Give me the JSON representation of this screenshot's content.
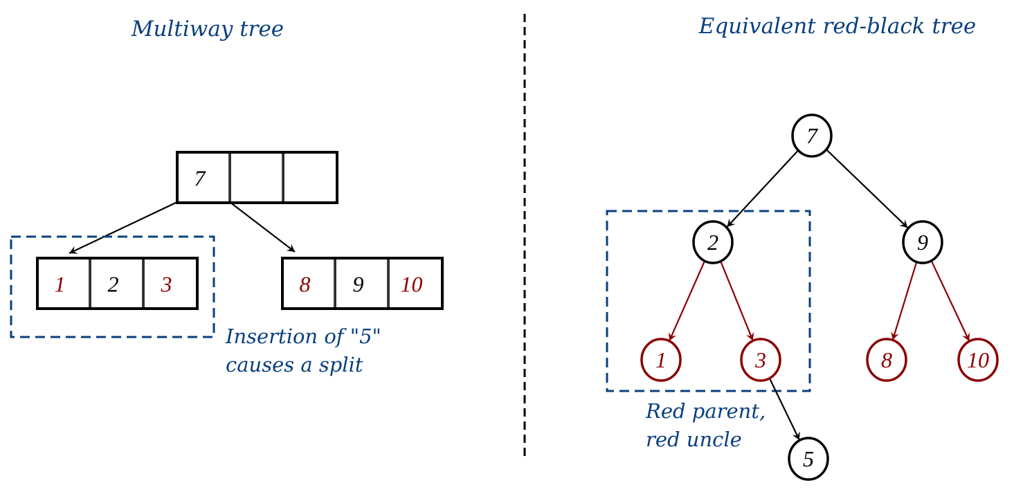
{
  "left_panel": {
    "title": "Multiway tree",
    "root_node": {
      "keys": [
        {
          "value": "7",
          "color": "black"
        },
        {
          "value": "",
          "color": "black"
        },
        {
          "value": "",
          "color": "black"
        }
      ]
    },
    "children": [
      {
        "keys": [
          {
            "value": "1",
            "color": "red"
          },
          {
            "value": "2",
            "color": "black"
          },
          {
            "value": "3",
            "color": "red"
          }
        ],
        "highlighted": true
      },
      {
        "keys": [
          {
            "value": "8",
            "color": "red"
          },
          {
            "value": "9",
            "color": "black"
          },
          {
            "value": "10",
            "color": "red"
          }
        ],
        "highlighted": false
      }
    ],
    "caption_lines": [
      "Insertion of \"5\"",
      "causes a split"
    ]
  },
  "right_panel": {
    "title": "Equivalent red-black tree",
    "nodes": {
      "n7": {
        "label": "7",
        "color": "black"
      },
      "n2": {
        "label": "2",
        "color": "black"
      },
      "n9": {
        "label": "9",
        "color": "black"
      },
      "n1": {
        "label": "1",
        "color": "red"
      },
      "n3": {
        "label": "3",
        "color": "red"
      },
      "n8": {
        "label": "8",
        "color": "red"
      },
      "n10": {
        "label": "10",
        "color": "red"
      },
      "n5": {
        "label": "5",
        "color": "black"
      }
    },
    "edges": [
      {
        "from": "n7",
        "to": "n2",
        "color": "black"
      },
      {
        "from": "n7",
        "to": "n9",
        "color": "black"
      },
      {
        "from": "n2",
        "to": "n1",
        "color": "red"
      },
      {
        "from": "n2",
        "to": "n3",
        "color": "red"
      },
      {
        "from": "n9",
        "to": "n8",
        "color": "red"
      },
      {
        "from": "n9",
        "to": "n10",
        "color": "red"
      },
      {
        "from": "n3",
        "to": "n5",
        "color": "black"
      }
    ],
    "caption_lines": [
      "Red parent,",
      "red uncle"
    ]
  },
  "colors": {
    "black": "#000000",
    "red": "#8b0000",
    "annotation_blue": "#0a3f7e"
  }
}
